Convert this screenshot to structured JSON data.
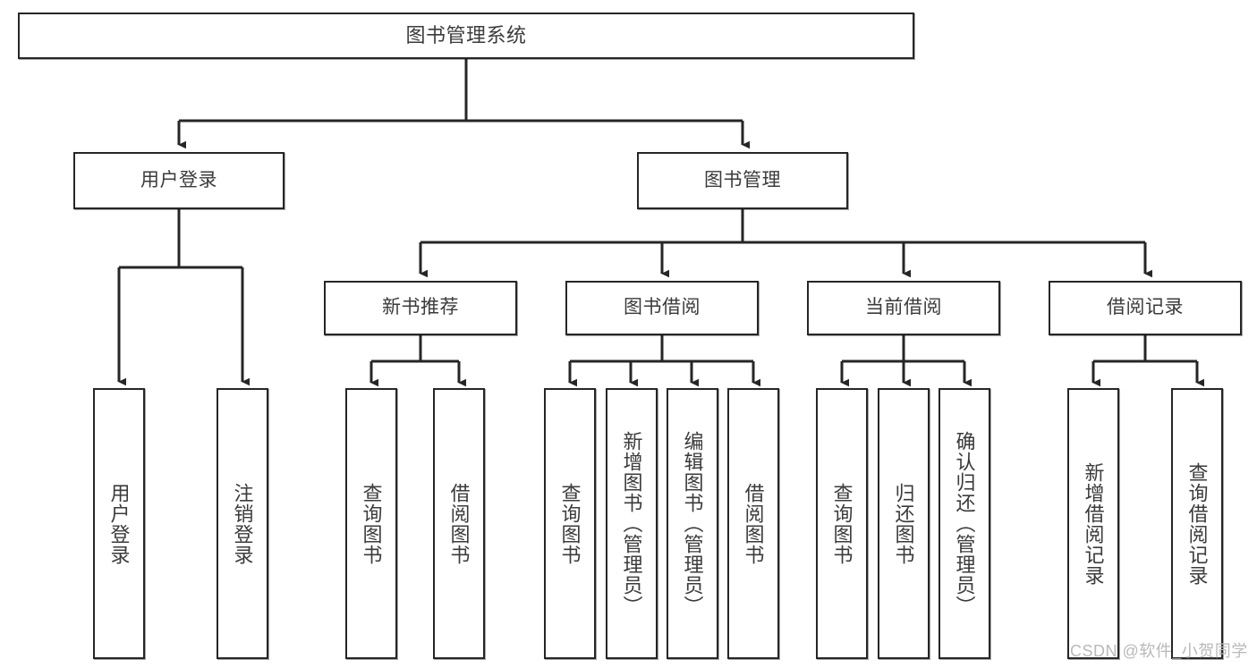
{
  "diagram": {
    "type": "tree-hierarchy",
    "title": "图书管理系统",
    "orientation": "top-down",
    "colors": {
      "node_border": "#262626",
      "node_fill": "#ffffff",
      "text": "#3b3b3b",
      "connector": "#262626",
      "watermark": "#b9b9b9",
      "background": "#ffffff"
    },
    "root": {
      "id": "root",
      "label": "图书管理系统"
    },
    "level2": [
      {
        "id": "user-login",
        "label": "用户登录"
      },
      {
        "id": "book-management",
        "label": "图书管理"
      }
    ],
    "level3": [
      {
        "id": "new-book-recommend",
        "label": "新书推荐",
        "parent": "book-management"
      },
      {
        "id": "book-borrow",
        "label": "图书借阅",
        "parent": "book-management"
      },
      {
        "id": "current-borrow",
        "label": "当前借阅",
        "parent": "book-management"
      },
      {
        "id": "borrow-record",
        "label": "借阅记录",
        "parent": "book-management"
      }
    ],
    "leaves": [
      {
        "id": "leaf-user-login",
        "label": "用户登录",
        "parent": "user-login"
      },
      {
        "id": "leaf-logout-login",
        "label": "注销登录",
        "parent": "user-login"
      },
      {
        "id": "leaf-query-book-1",
        "label": "查询图书",
        "parent": "new-book-recommend"
      },
      {
        "id": "leaf-borrow-book-1",
        "label": "借阅图书",
        "parent": "new-book-recommend"
      },
      {
        "id": "leaf-query-book-2",
        "label": "查询图书",
        "parent": "book-borrow"
      },
      {
        "id": "leaf-add-book",
        "label": "新增图书（管理员）",
        "parent": "book-borrow"
      },
      {
        "id": "leaf-edit-book",
        "label": "编辑图书（管理员）",
        "parent": "book-borrow"
      },
      {
        "id": "leaf-borrow-book-2",
        "label": "借阅图书",
        "parent": "book-borrow"
      },
      {
        "id": "leaf-query-book-3",
        "label": "查询图书",
        "parent": "current-borrow"
      },
      {
        "id": "leaf-return-book",
        "label": "归还图书",
        "parent": "current-borrow"
      },
      {
        "id": "leaf-confirm-return",
        "label": "确认归还（管理员）",
        "parent": "current-borrow"
      },
      {
        "id": "leaf-add-record",
        "label": "新增借阅记录",
        "parent": "borrow-record"
      },
      {
        "id": "leaf-query-record",
        "label": "查询借阅记录",
        "parent": "borrow-record"
      }
    ],
    "watermark": "CSDN @软件_小贺同学"
  }
}
